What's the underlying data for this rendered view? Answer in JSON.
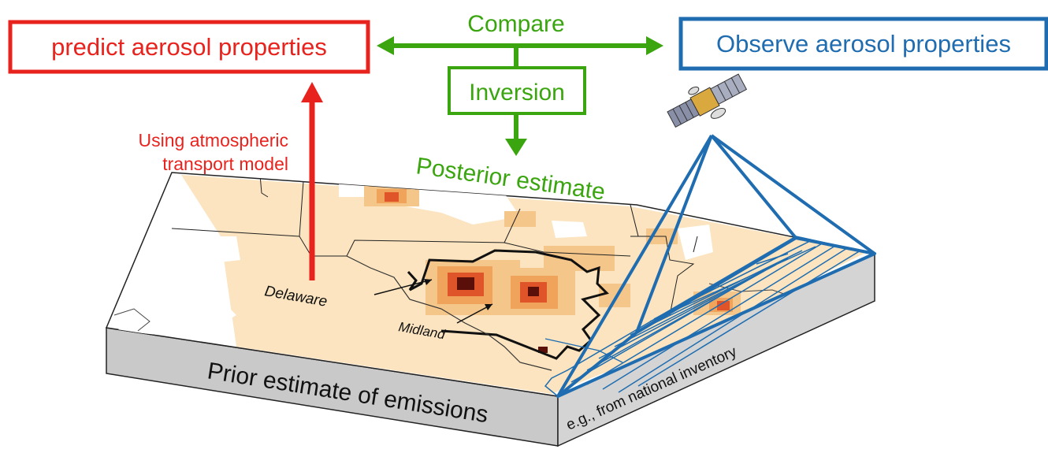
{
  "boxes": {
    "predict": "predict aerosol properties",
    "observe": "Observe aerosol properties",
    "inversion": "Inversion"
  },
  "labels": {
    "compare": "Compare",
    "posterior": "Posterior estimate",
    "transport_line1": "Using atmospheric",
    "transport_line2": "transport model",
    "prior": "Prior estimate of emissions",
    "inventory": "e.g., from national inventory",
    "delaware": "Delaware",
    "midland": "Midland"
  },
  "colors": {
    "red": "#e8231e",
    "green": "#3aa50f",
    "blue": "#1f6db0",
    "map_base": "#fbe4bf",
    "slab_side": "#c8c8c8"
  },
  "icons": {
    "satellite": "satellite-icon"
  }
}
